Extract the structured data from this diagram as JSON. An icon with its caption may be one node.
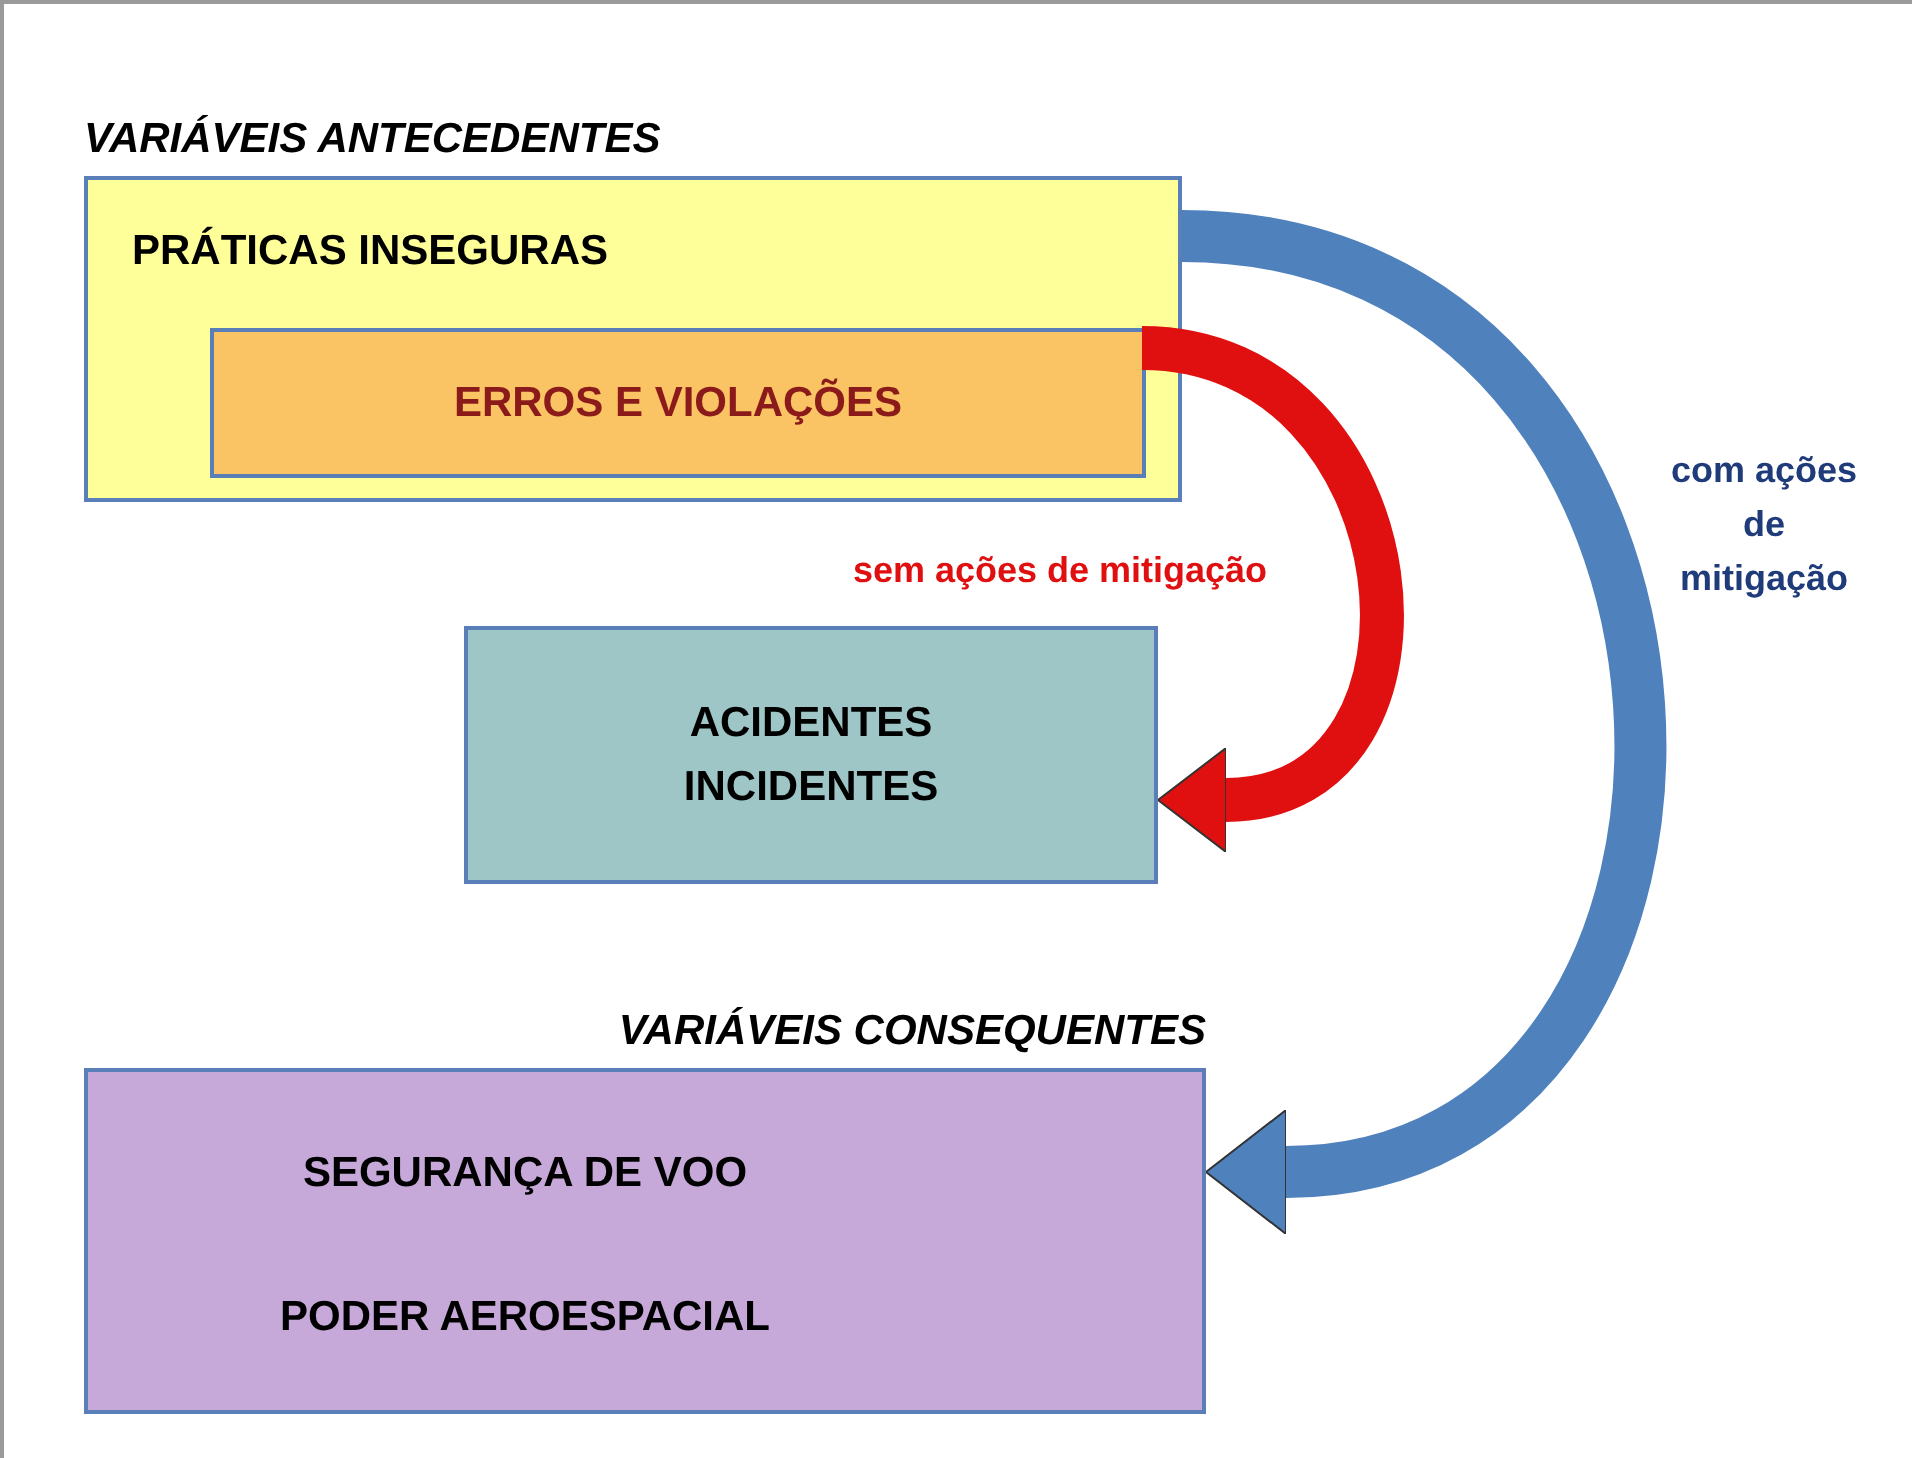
{
  "diagram": {
    "nodes": [
      {
        "text": [
          "VARIÁVEIS ANTECEDENTES",
          "PRÁTICAS INSEGURAS"
        ]
      },
      {
        "text": [
          "ERROS E VIOLAÇÕES"
        ],
        "in": 0
      },
      {
        "text": [
          "ACIDENTES INCIDENTES"
        ]
      },
      {
        "text": [
          "VARIÁVEIS CONSEQUENTES",
          "SEGURANÇA DE VOO",
          "PODER AEROESPACIAL"
        ]
      }
    ],
    "edges": [
      {
        "from": 1,
        "to": 2,
        "arrow": "to",
        "label": "sem ações de mitigação",
        "color": "#e01010"
      },
      {
        "from": 0,
        "to": 3,
        "arrow": "to",
        "label": "com ações de mitigação",
        "color": "#4f81bd"
      }
    ]
  }
}
